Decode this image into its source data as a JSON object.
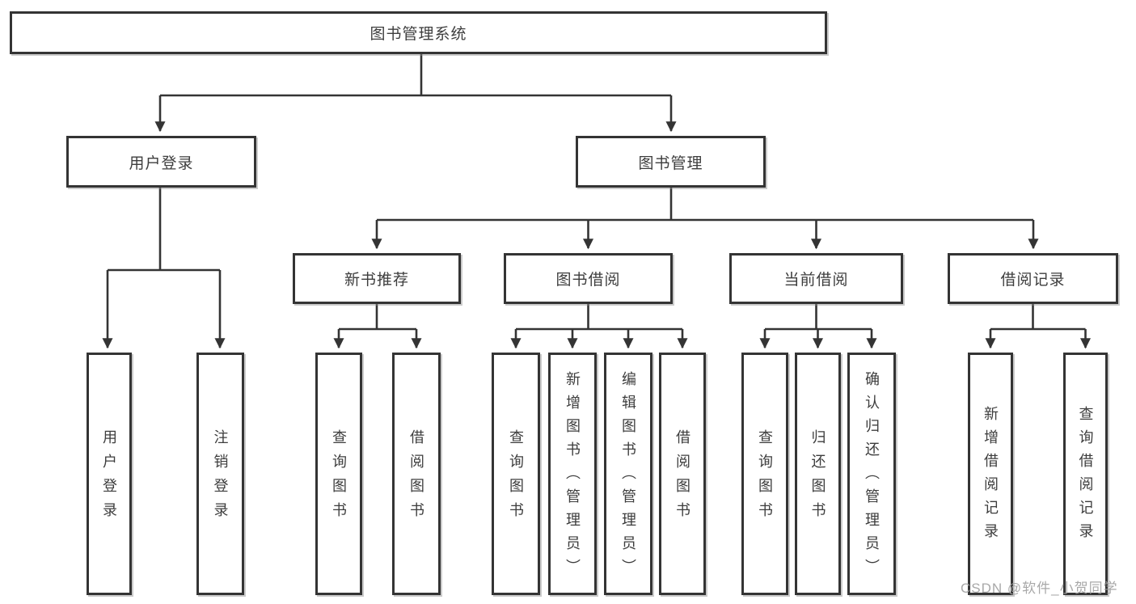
{
  "diagram": {
    "type": "tree-diagram",
    "root": {
      "label": "图书管理系统",
      "children": [
        {
          "label": "用户登录",
          "children": [
            {
              "label": "用户登录"
            },
            {
              "label": "注销登录"
            }
          ]
        },
        {
          "label": "图书管理",
          "children": [
            {
              "label": "新书推荐",
              "children": [
                {
                  "label": "查询图书"
                },
                {
                  "label": "借阅图书"
                }
              ]
            },
            {
              "label": "图书借阅",
              "children": [
                {
                  "label": "查询图书"
                },
                {
                  "label": "新增图书（管理员）"
                },
                {
                  "label": "编辑图书（管理员）"
                },
                {
                  "label": "借阅图书"
                }
              ]
            },
            {
              "label": "当前借阅",
              "children": [
                {
                  "label": "查询图书"
                },
                {
                  "label": "归还图书"
                },
                {
                  "label": "确认归还（管理员）"
                }
              ]
            },
            {
              "label": "借阅记录",
              "children": [
                {
                  "label": "新增借阅记录"
                },
                {
                  "label": "查询借阅记录"
                }
              ]
            }
          ]
        }
      ]
    },
    "colors": {
      "line": "#343434",
      "text": "#3d3d3d",
      "box_fill": "#ffffff",
      "watermark": "#9e9e9e"
    }
  },
  "watermark": {
    "text": "CSDN @软件_小贺同学"
  }
}
